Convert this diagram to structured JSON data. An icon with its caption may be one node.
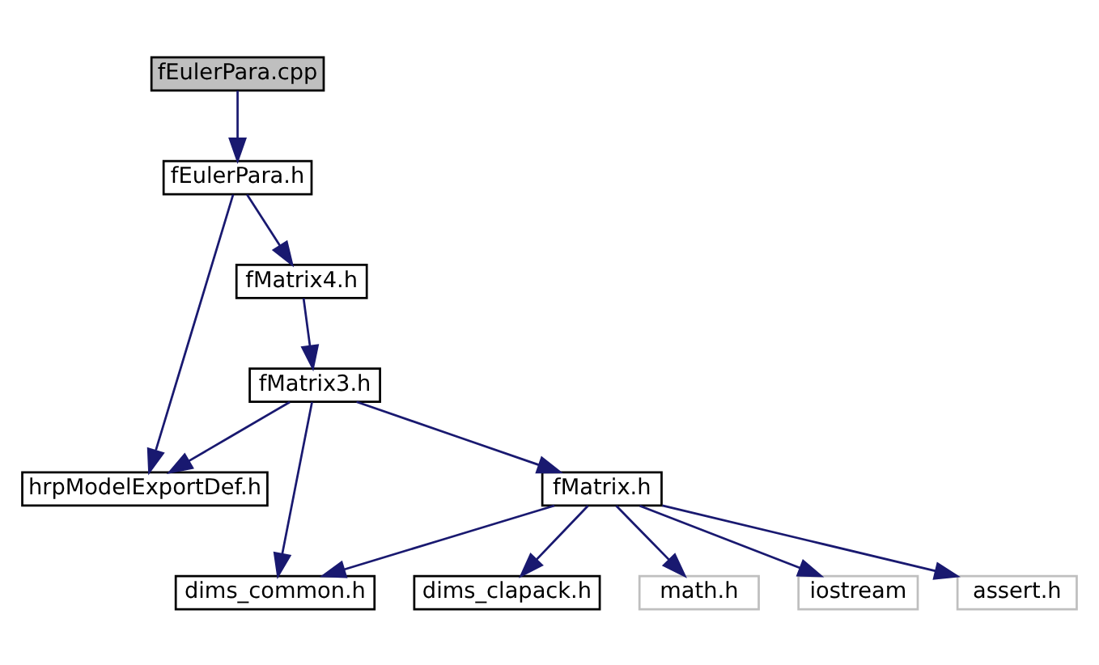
{
  "diagram": {
    "nodes": [
      {
        "text": [
          "fEulerPara.cpp"
        ]
      },
      {
        "text": [
          "fEulerPara.h"
        ]
      },
      {
        "text": [
          "fMatrix4.h"
        ]
      },
      {
        "text": [
          "fMatrix3.h"
        ]
      },
      {
        "text": [
          "hrpModelExportDef.h"
        ]
      },
      {
        "text": [
          "fMatrix.h"
        ]
      },
      {
        "text": [
          "dims_common.h"
        ]
      },
      {
        "text": [
          "dims_clapack.h"
        ]
      },
      {
        "text": [
          "math.h"
        ]
      },
      {
        "text": [
          "iostream"
        ]
      },
      {
        "text": [
          "assert.h"
        ]
      }
    ],
    "edges": [
      {
        "from": 0,
        "to": 1,
        "arrow": "to"
      },
      {
        "from": 1,
        "to": 2,
        "arrow": "to"
      },
      {
        "from": 1,
        "to": 4,
        "arrow": "to"
      },
      {
        "from": 2,
        "to": 3,
        "arrow": "to"
      },
      {
        "from": 3,
        "to": 4,
        "arrow": "to"
      },
      {
        "from": 3,
        "to": 6,
        "arrow": "to"
      },
      {
        "from": 3,
        "to": 5,
        "arrow": "to"
      },
      {
        "from": 5,
        "to": 6,
        "arrow": "to"
      },
      {
        "from": 5,
        "to": 7,
        "arrow": "to"
      },
      {
        "from": 5,
        "to": 8,
        "arrow": "to"
      },
      {
        "from": 5,
        "to": 9,
        "arrow": "to"
      },
      {
        "from": 5,
        "to": 10,
        "arrow": "to"
      }
    ]
  }
}
